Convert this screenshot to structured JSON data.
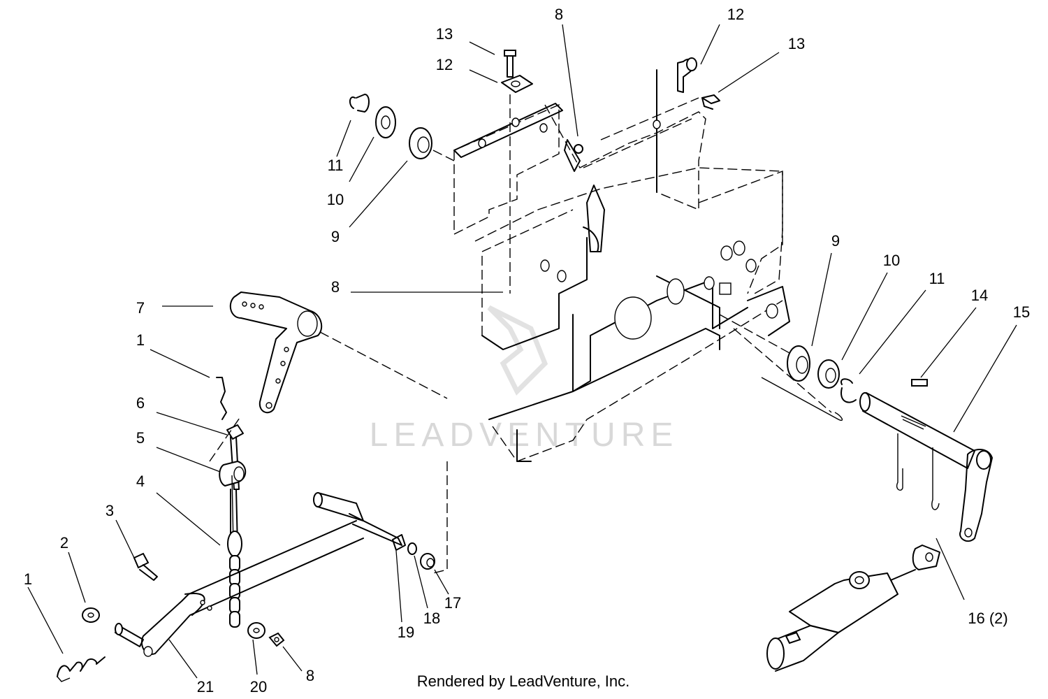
{
  "watermark": {
    "text": "LEADVENTURE"
  },
  "credit": {
    "text": "Rendered by LeadVenture, Inc."
  },
  "callouts": [
    "13",
    "12",
    "8",
    "12",
    "13",
    "11",
    "10",
    "9",
    "8",
    "7",
    "1",
    "6",
    "5",
    "4",
    "3",
    "2",
    "1",
    "21",
    "20",
    "8",
    "19",
    "18",
    "17",
    "9",
    "10",
    "11",
    "14",
    "15",
    "16 (2)"
  ]
}
